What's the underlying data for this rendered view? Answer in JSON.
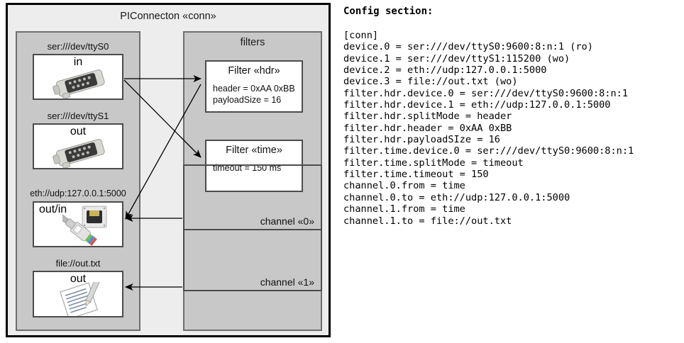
{
  "diagram": {
    "title": "PIConnecton «conn»",
    "devices_panel": {
      "name": "devices",
      "items": [
        {
          "label": "ser:///dev/ttyS0",
          "io": "in",
          "icon": "serial-port-icon"
        },
        {
          "label": "ser:///dev/ttyS1",
          "io": "out",
          "icon": "serial-port-icon"
        },
        {
          "label": "eth://udp:127.0.0.1:5000",
          "io": "out/in",
          "icon": "ethernet-icon"
        },
        {
          "label": "file://out.txt",
          "io": "out",
          "icon": "text-file-icon"
        }
      ]
    },
    "filters_panel": {
      "title": "filters",
      "filters": [
        {
          "title": "Filter «hdr»",
          "props": [
            "header = 0xAA 0xBB",
            "payloadSize = 16"
          ]
        },
        {
          "title": "Filter «time»",
          "props": [
            "timeout = 150 ms"
          ]
        }
      ],
      "channels": [
        {
          "label": "channel «0»"
        },
        {
          "label": "channel «1»"
        }
      ]
    }
  },
  "config": {
    "heading": "Config section:",
    "lines": "[conn]\ndevice.0 = ser:///dev/ttyS0:9600:8:n:1 (ro)\ndevice.1 = ser:///dev/ttyS1:115200 (wo)\ndevice.2 = eth://udp:127.0.0.1:5000\ndevice.3 = file://out.txt (wo)\nfilter.hdr.device.0 = ser:///dev/ttyS0:9600:8:n:1\nfilter.hdr.device.1 = eth://udp:127.0.0.1:5000\nfilter.hdr.splitMode = header\nfilter.hdr.header = 0xAA 0xBB\nfilter.hdr.payloadSIze = 16\nfilter.time.device.0 = ser:///dev/ttyS0:9600:8:n:1\nfilter.time.splitMode = timeout\nfilter.time.timeout = 150\nchannel.0.from = time\nchannel.0.to = eth://udp:127.0.0.1:5000\nchannel.1.from = time\nchannel.1.to = file://out.txt"
  },
  "colors": {
    "page_background": "#ffffff",
    "frame_border": "#000000",
    "diagram_background": "#ededed",
    "panel_background": "#c8c8c8",
    "panel_border": "#6e6e6e",
    "box_background": "#ffffff",
    "box_border": "#4c4c4c",
    "text": "#111111"
  }
}
